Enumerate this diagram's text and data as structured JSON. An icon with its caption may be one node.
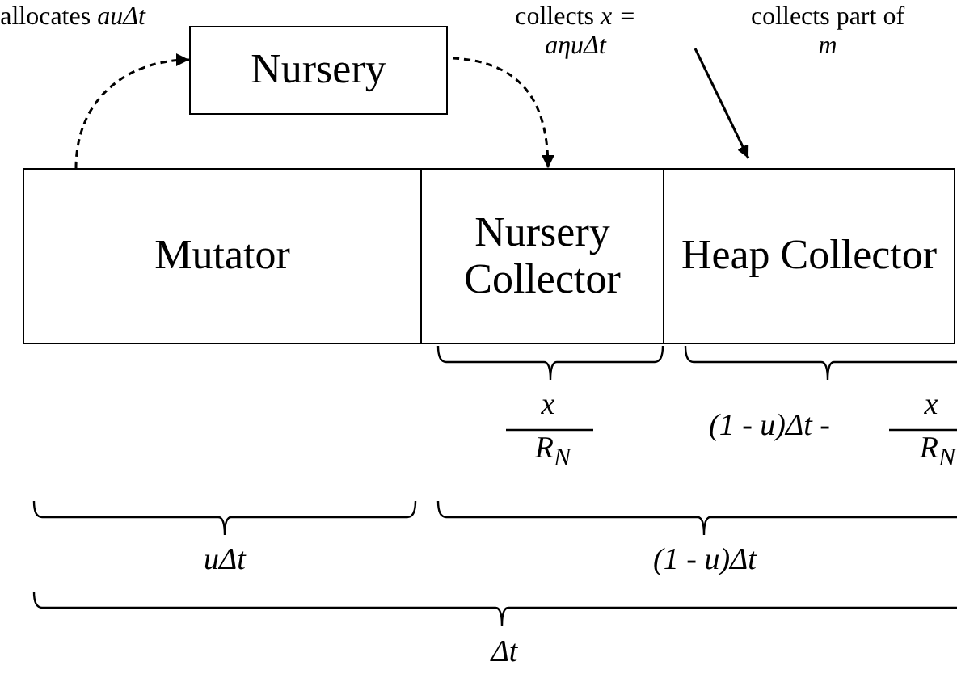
{
  "diagram": {
    "nodes": [
      {
        "text": [
          "Nursery"
        ]
      },
      {
        "text": [
          "Mutator"
        ]
      },
      {
        "text": [
          "Nursery Collector"
        ]
      },
      {
        "text": [
          "Heap Collector"
        ]
      }
    ],
    "edges": [
      {
        "from": 1,
        "to": 0,
        "arrow": "to",
        "style": "dashed",
        "label": "allocates *auΔt*"
      },
      {
        "from": 0,
        "to": 2,
        "arrow": "to",
        "style": "dashed",
        "label": "collects *x = aηuΔt*"
      },
      {
        "from": null,
        "to": 3,
        "arrow": "to",
        "label": "collects part of *m*"
      }
    ],
    "labels": [
      "x",
      "R$_{N}$",
      "(1 - u)Δt -",
      "x",
      "R$_{N}$",
      "uΔt",
      "(1 - u)Δt",
      "Δt"
    ]
  }
}
